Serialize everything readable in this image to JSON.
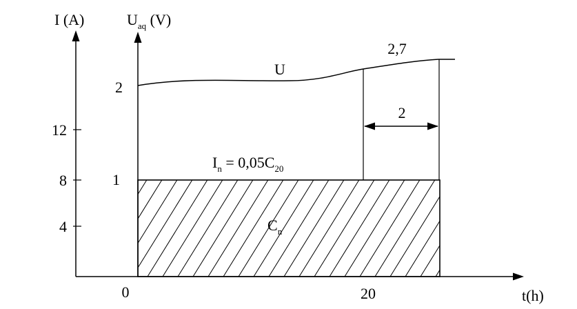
{
  "axes": {
    "current_axis_label": "I (A)",
    "voltage_axis_label": "U",
    "voltage_axis_subscript": "aq",
    "voltage_axis_unit": " (V)",
    "time_axis_label": "t(h)"
  },
  "ticks": {
    "current": [
      "12",
      "8",
      "4"
    ],
    "voltage": [
      "2",
      "1"
    ],
    "time": [
      "0",
      "20"
    ]
  },
  "annotations": {
    "voltage_curve": "U",
    "end_voltage": "2,7",
    "interval": "2",
    "current_prefix": "I",
    "current_subscript": "n",
    "current_formula": " = 0,05C",
    "current_formula_subscript": "20",
    "capacity": "C",
    "capacity_subscript": "n"
  },
  "colors": {
    "stroke": "#000000",
    "background": "#ffffff"
  }
}
